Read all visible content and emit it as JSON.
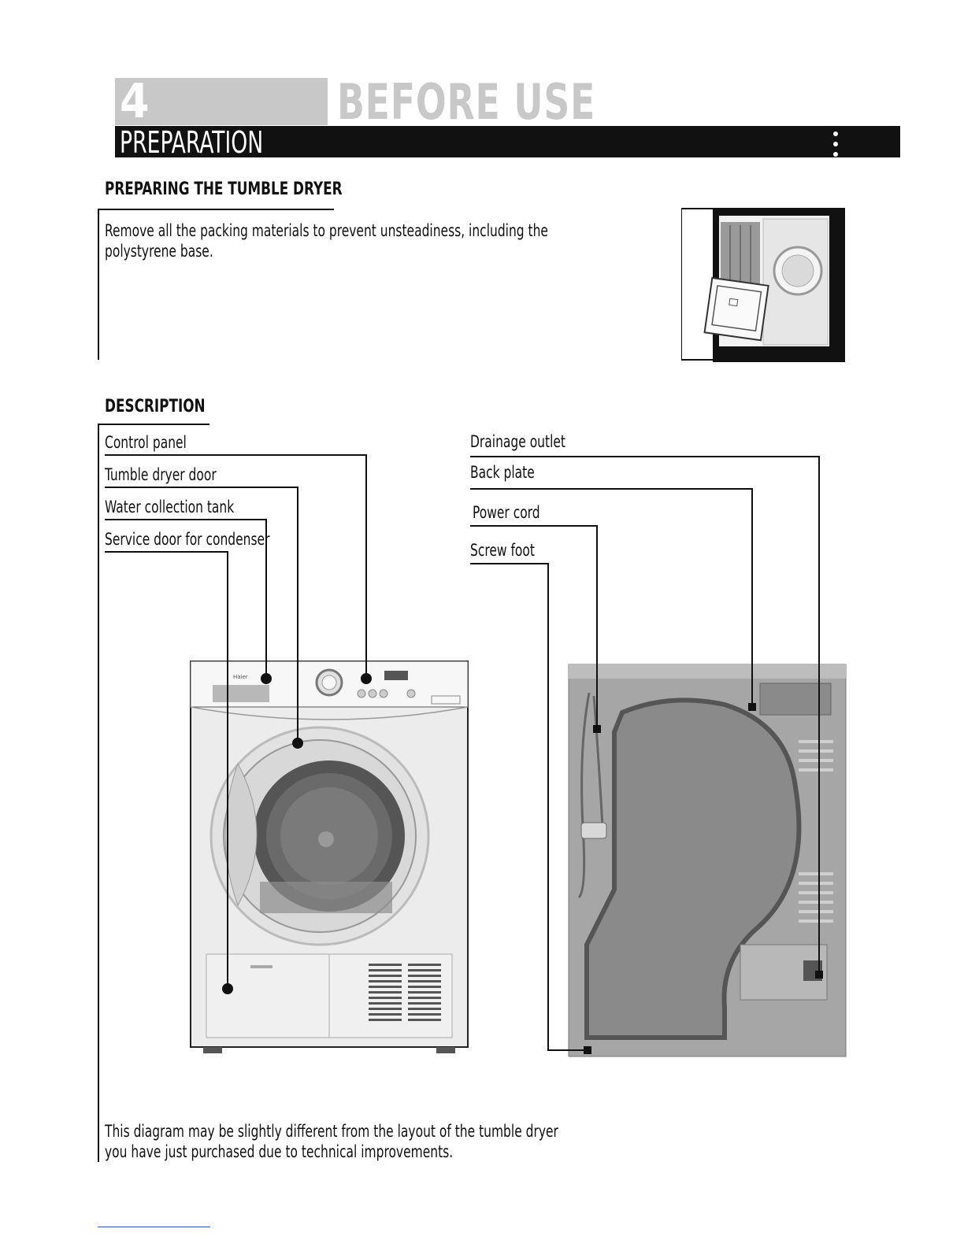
{
  "header": {
    "chapter_number": "4",
    "chapter_title": "BEFORE USE",
    "section_title": "PREPARATION"
  },
  "preparing": {
    "heading": "PREPARING THE TUMBLE DRYER",
    "text": "Remove all the packing materials to prevent unsteadiness, including the polystyrene base."
  },
  "description": {
    "heading": "DESCRIPTION",
    "front_labels": [
      "Control panel",
      "Tumble dryer door",
      "Water collection tank",
      "Service door for condenser"
    ],
    "back_labels": [
      "Drainage outlet",
      "Back plate",
      "Power cord",
      "Screw foot"
    ],
    "front_brand": "Haier",
    "note": "This diagram may be slightly different from the layout of the tumble dryer you have just purchased due to technical improvements."
  },
  "colors": {
    "header_gray": "#c8c8c8",
    "bar_black": "#111111",
    "back_panel_gray": "#9a9a9a"
  }
}
